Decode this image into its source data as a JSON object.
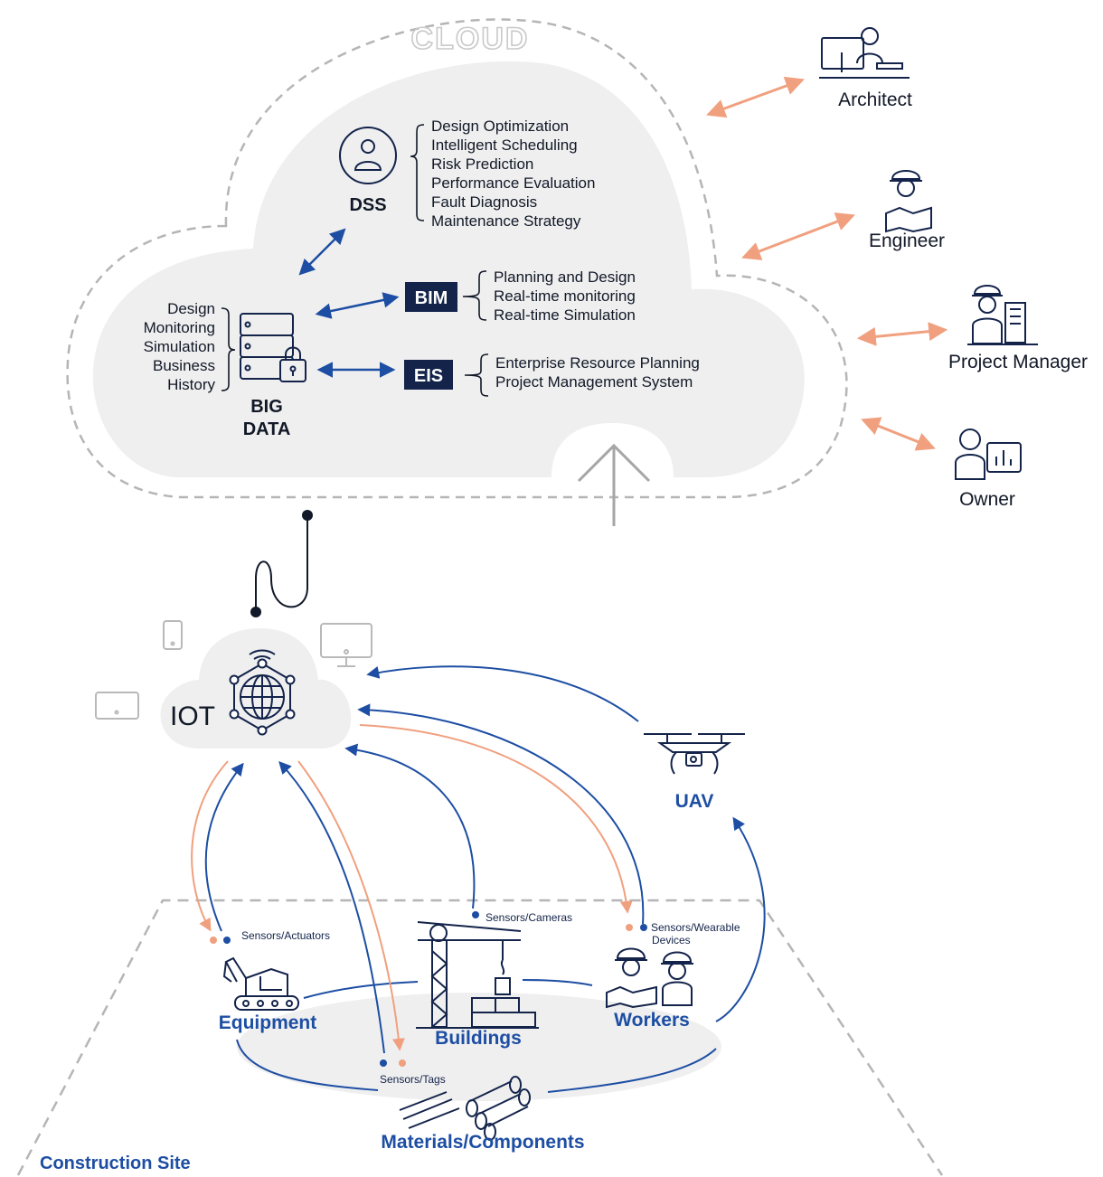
{
  "colors": {
    "navy": "#13234a",
    "blue": "#1d4ea3",
    "salmon": "#f0a07f",
    "cloud": "#efefef",
    "dash": "#b5b5b5"
  },
  "cloud": {
    "label": "CLOUD"
  },
  "dss": {
    "label": "DSS",
    "items": [
      "Design Optimization",
      "Intelligent Scheduling",
      "Risk Prediction",
      "Performance Evaluation",
      "Fault Diagnosis",
      "Maintenance Strategy"
    ]
  },
  "bigdata": {
    "label_line1": "BIG",
    "label_line2": "DATA",
    "items": [
      "Design",
      "Monitoring",
      "Simulation",
      "Business",
      "History"
    ]
  },
  "bim": {
    "label": "BIM",
    "items": [
      "Planning and Design",
      "Real-time monitoring",
      "Real-time Simulation"
    ]
  },
  "eis": {
    "label": "EIS",
    "items": [
      "Enterprise Resource Planning",
      "Project Management System"
    ]
  },
  "stakeholders": {
    "architect": "Architect",
    "engineer": "Engineer",
    "project_manager": "Project Manager",
    "owner": "Owner"
  },
  "iot": {
    "label": "IOT"
  },
  "site": {
    "uav": "UAV",
    "equipment": "Equipment",
    "buildings": "Buildings",
    "workers": "Workers",
    "materials": "Materials/Components",
    "construction_site": "Construction Site",
    "sensors_actuators": "Sensors/Actuators",
    "sensors_cameras": "Sensors/Cameras",
    "sensors_wearable_1": "Sensors/Wearable",
    "sensors_wearable_2": "Devices",
    "sensors_tags": "Sensors/Tags"
  }
}
